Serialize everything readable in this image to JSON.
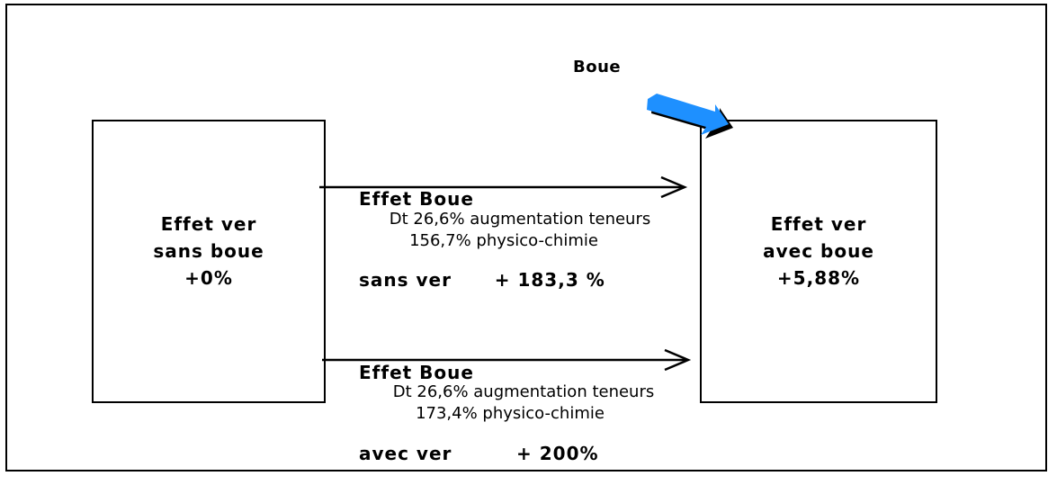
{
  "sludge_label": "Boue",
  "left_box": {
    "line1": "Effet ver",
    "line2": "sans boue",
    "line3": "+0%"
  },
  "right_box": {
    "line1": "Effet ver",
    "line2": "avec boue",
    "line3": "+5,88%"
  },
  "top_effect": {
    "line1": "Effet Boue",
    "line2": "sans ver      + 183,3 %",
    "detail1": "Dt 26,6% augmentation teneurs",
    "detail2": "156,7% physico-chimie"
  },
  "bottom_effect": {
    "line1": "Effet Boue",
    "line2": "avec ver         + 200%",
    "detail1": "Dt 26,6% augmentation teneurs",
    "detail2": "173,4% physico-chimie"
  },
  "colors": {
    "sludge_arrow": "#1e90ff",
    "sludge_arrow_shadow": "#000000"
  }
}
